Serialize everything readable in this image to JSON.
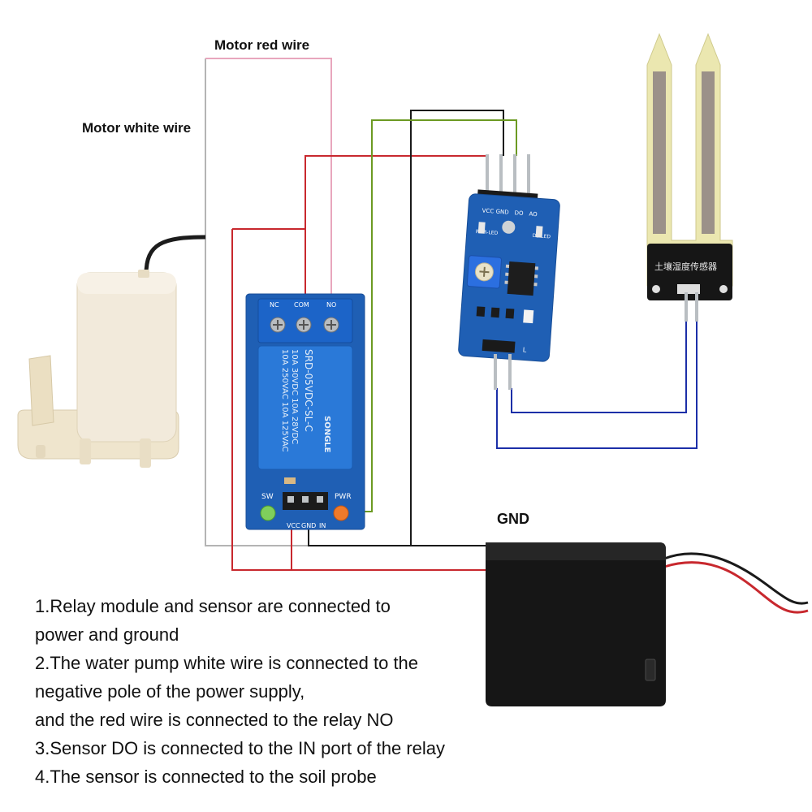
{
  "labels": {
    "motor_red_wire": "Motor red wire",
    "motor_white_wire": "Motor white wire",
    "gnd": "GND"
  },
  "relay": {
    "terminals": [
      "NC",
      "COM",
      "NO"
    ],
    "body_lines": [
      "10A 250VAC  10A 125VAC",
      "10A 30VDC  10A 28VDC",
      "SRD-05VDC-SL-C"
    ],
    "brand": "SONGLE",
    "leds": [
      "SW",
      "PWR"
    ],
    "pins": [
      "VCC",
      "GND",
      "IN"
    ]
  },
  "sensor": {
    "pins_top": [
      "VCC",
      "GND",
      "DO",
      "AO"
    ],
    "labels": [
      "PWR-LED",
      "D0-LED"
    ],
    "pin_side": "L"
  },
  "probe": {
    "label": "土壤湿度传感器"
  },
  "instructions": [
    "1.Relay module and sensor are connected to",
    "power and ground",
    "2.The water pump white wire is connected to the",
    "negative pole of the power supply,",
    "and the red wire is connected to the relay NO",
    "3.Sensor DO is connected to the IN port of the relay",
    "4.The sensor is connected to the soil probe"
  ],
  "colors": {
    "red_wire": "#c8282e",
    "pink_wire": "#e8a6bd",
    "gray_wire": "#b4b4b4",
    "black_wire": "#1a1a1a",
    "green_wire": "#6c9a22",
    "blue_wire": "#1c2fa8",
    "board_blue": "#1f5fb4"
  }
}
